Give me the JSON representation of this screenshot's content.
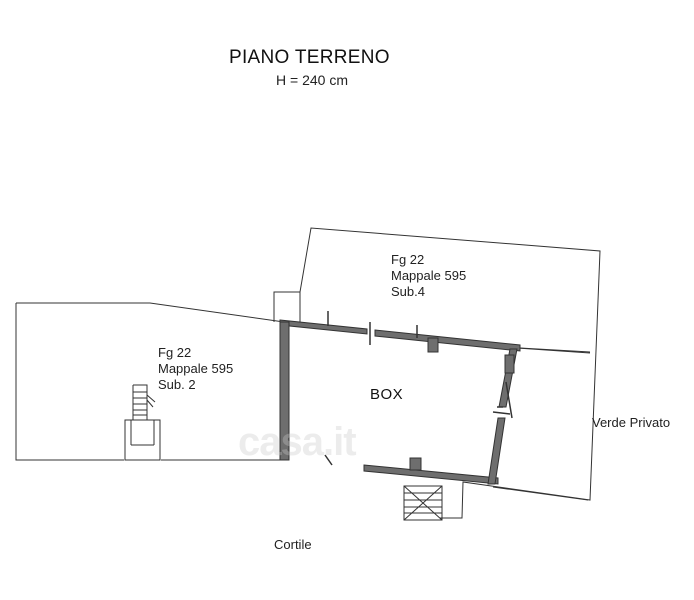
{
  "title": "PIANO TERRENO",
  "height_note": "H = 240 cm",
  "upper_parcel": {
    "fg": "Fg 22",
    "mappale": "Mappale 595",
    "sub": "Sub.4"
  },
  "left_parcel": {
    "fg": "Fg 22",
    "mappale": "Mappale 595",
    "sub": "Sub. 2"
  },
  "room_label": "BOX",
  "garden_label": "Verde Privato",
  "courtyard_label": "Cortile",
  "watermark": "casa.it",
  "colors": {
    "wall_fill": "#6e6e6e",
    "line": "#333333",
    "background": "#ffffff"
  }
}
